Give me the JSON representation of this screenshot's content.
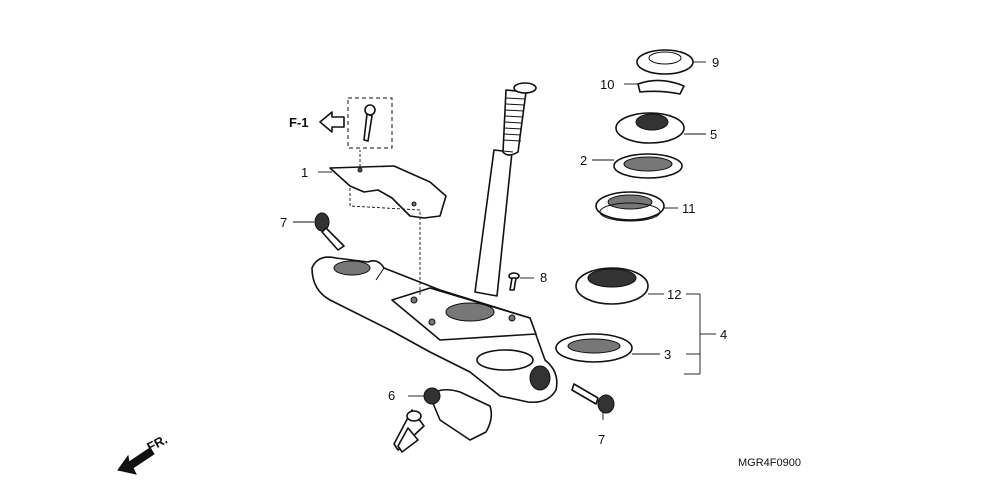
{
  "callouts": {
    "c1": "1",
    "c2": "2",
    "c3": "3",
    "c4": "4",
    "c5": "5",
    "c6": "6",
    "c7a": "7",
    "c7b": "7",
    "c8": "8",
    "c9": "9",
    "c10": "10",
    "c11": "11",
    "c12": "12"
  },
  "reference": "F-1",
  "front_marker": "FR.",
  "diagram_code": "MGR4F0900"
}
